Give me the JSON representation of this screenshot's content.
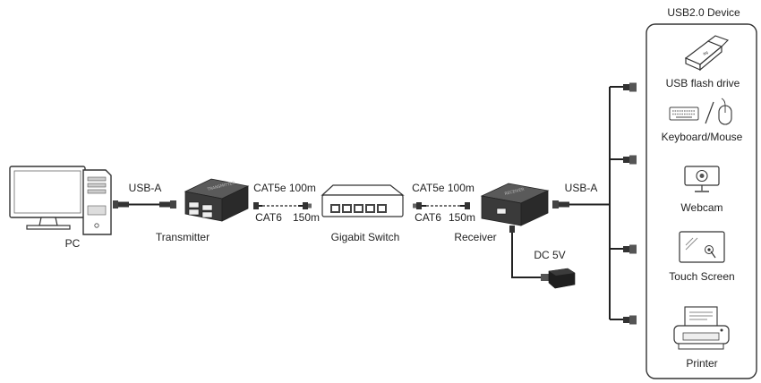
{
  "labels": {
    "pc": "PC",
    "usb_a_left": "USB-A",
    "transmitter": "Transmitter",
    "cat5e_left": "CAT5e 100m",
    "cat6_left": "CAT6",
    "len150_left": "150m",
    "switch": "Gigabit Switch",
    "cat5e_right": "CAT5e 100m",
    "cat6_right": "CAT6",
    "len150_right": "150m",
    "receiver": "Receiver",
    "usb_a_right": "USB-A",
    "dc5v": "DC 5V",
    "panel_title": "USB2.0 Device"
  },
  "devices": [
    {
      "label": "USB flash drive",
      "icon": "usb-flash-drive-icon"
    },
    {
      "label": "Keyboard/Mouse",
      "icon": "keyboard-mouse-icon"
    },
    {
      "label": "Webcam",
      "icon": "webcam-icon"
    },
    {
      "label": "Touch Screen",
      "icon": "touch-screen-icon"
    },
    {
      "label": "Printer",
      "icon": "printer-icon"
    }
  ],
  "colors": {
    "line": "#222222",
    "device_body": "#3a3a3a",
    "panel_border": "#333333"
  }
}
